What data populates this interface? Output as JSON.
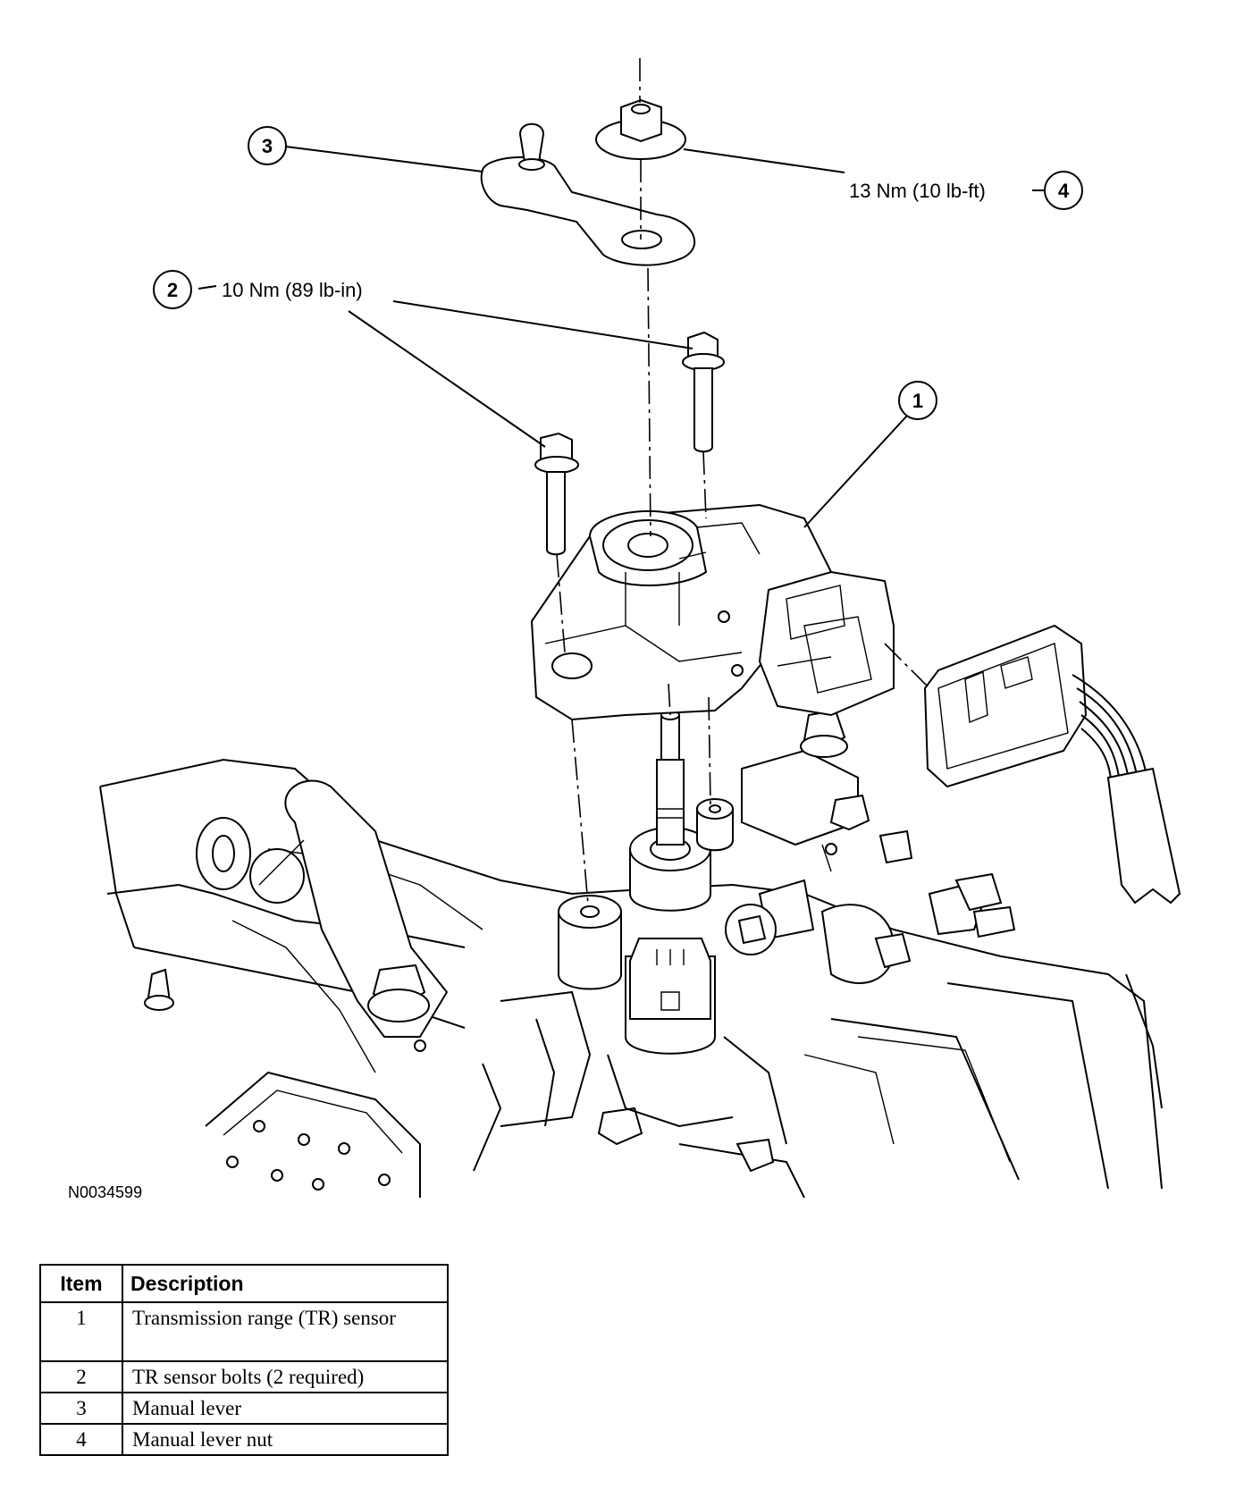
{
  "callouts": {
    "c1": {
      "number": "1"
    },
    "c2": {
      "number": "2",
      "torque": "10 Nm (89 lb-in)"
    },
    "c3": {
      "number": "3"
    },
    "c4": {
      "number": "4",
      "torque": "13 Nm (10 lb-ft)"
    }
  },
  "figure_ref": "N0034599",
  "legend": {
    "headers": {
      "item": "Item",
      "description": "Description"
    },
    "rows": [
      {
        "item": "1",
        "description": "Transmission range (TR) sensor"
      },
      {
        "item": "2",
        "description": "TR sensor bolts (2 required)"
      },
      {
        "item": "3",
        "description": "Manual lever"
      },
      {
        "item": "4",
        "description": "Manual lever nut"
      }
    ]
  }
}
